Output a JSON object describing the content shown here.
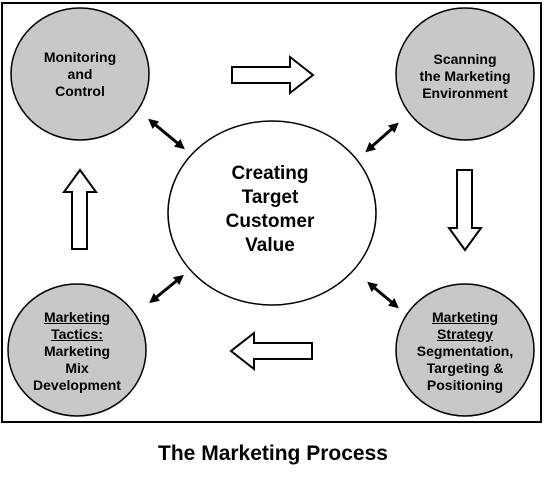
{
  "center": {
    "lines": [
      "Creating",
      "Target",
      "Customer",
      "Value"
    ]
  },
  "nodes": {
    "monitoring": {
      "lines": [
        "Monitoring",
        "and",
        "Control"
      ]
    },
    "scanning": {
      "lines": [
        "Scanning",
        "the Marketing",
        "Environment"
      ]
    },
    "strategy": {
      "heading": "Marketing",
      "heading2": "Strategy",
      "lines": [
        "Segmentation,",
        "Targeting &",
        "Positioning"
      ]
    },
    "tactics": {
      "heading": "Marketing",
      "heading2": "Tactics:",
      "lines": [
        "Marketing",
        "Mix",
        "Development"
      ]
    }
  },
  "caption": "The Marketing Process",
  "colors": {
    "node_fill": "#c8c8c8",
    "center_fill": "#ffffff",
    "stroke": "#000000"
  }
}
